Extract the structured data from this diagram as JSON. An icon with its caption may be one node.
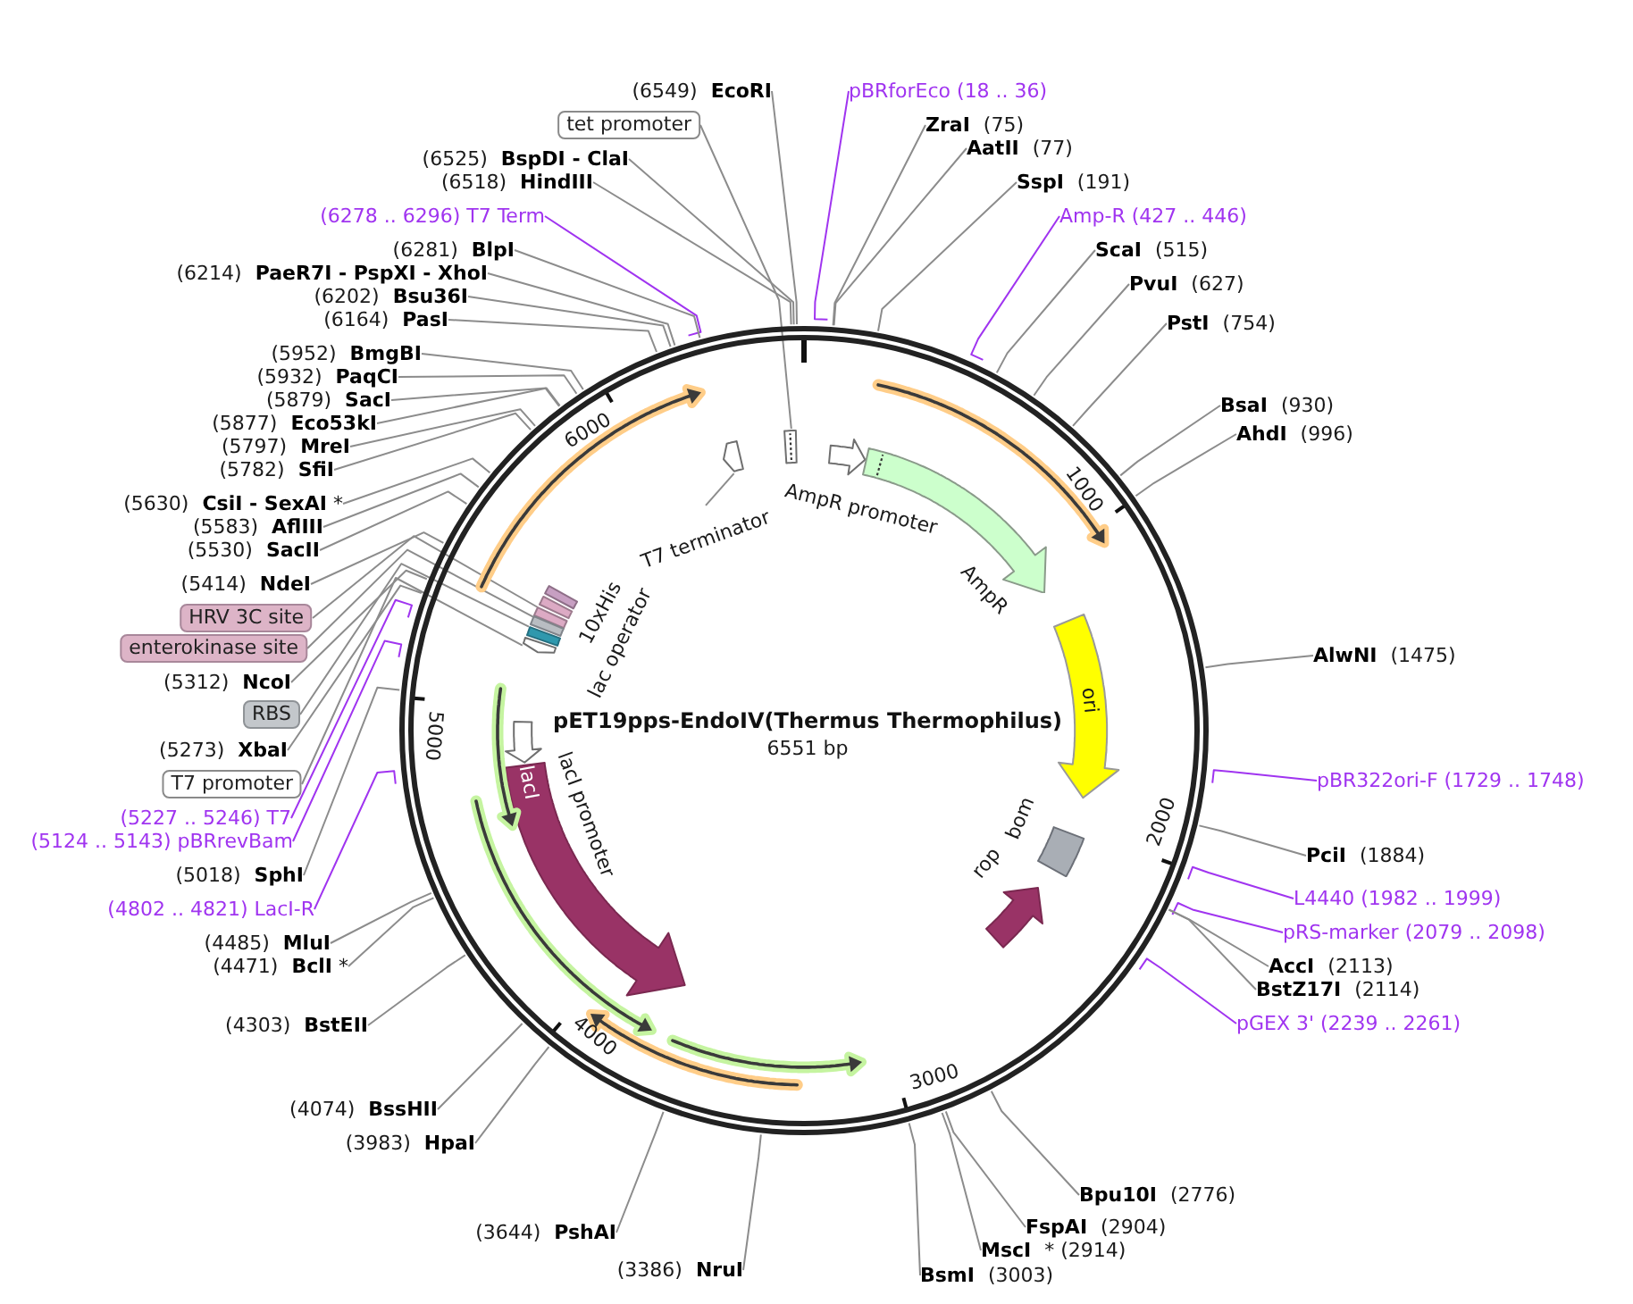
{
  "diagram": {
    "title": "pET19pps-EndoIV(Thermus Thermophilus)",
    "nodes": [
      {
        "text": [
          "(6549) **EcoRI**"
        ]
      },
      {
        "text": [
          "tet promoter"
        ]
      },
      {
        "text": [
          "(6525) **BspDI - ClaI**"
        ]
      },
      {
        "text": [
          "(6518) **HindIII**"
        ]
      },
      {
        "text": [
          "(6278 .. 6296) T7 Term"
        ]
      },
      {
        "text": [
          "(6281) **BlpI**"
        ]
      },
      {
        "text": [
          "(6214) **PaeR7I - PspXI - XhoI**"
        ]
      },
      {
        "text": [
          "(6202) **Bsu36I**"
        ]
      },
      {
        "text": [
          "(6164) **PasI**"
        ]
      },
      {
        "text": [
          "(5952) **BmgBI**"
        ]
      },
      {
        "text": [
          "(5932) **PaqCI**"
        ]
      },
      {
        "text": [
          "(5879) **SacI**"
        ]
      },
      {
        "text": [
          "(5877) **Eco53kI**"
        ]
      },
      {
        "text": [
          "(5797) **MreI**"
        ]
      },
      {
        "text": [
          "(5782) **SfiI**"
        ]
      },
      {
        "text": [
          "(5630) **CsiI - SexAI** *"
        ]
      },
      {
        "text": [
          "(5583) **AflIII**"
        ]
      },
      {
        "text": [
          "(5530) **SacII**"
        ]
      },
      {
        "text": [
          "(5414) **NdeI**"
        ]
      },
      {
        "text": [
          "HRV 3C site"
        ]
      },
      {
        "text": [
          "enterokinase site"
        ]
      },
      {
        "text": [
          "(5312) **NcoI**"
        ]
      },
      {
        "text": [
          "RBS"
        ]
      },
      {
        "text": [
          "(5273) **XbaI**"
        ]
      },
      {
        "text": [
          "T7 promoter"
        ]
      },
      {
        "text": [
          "(5227 .. 5246) T7"
        ]
      },
      {
        "text": [
          "(5124 .. 5143) pBRrevBam"
        ]
      },
      {
        "text": [
          "(5018) **SphI**"
        ]
      },
      {
        "text": [
          "(4802 .. 4821) LacI-R"
        ]
      },
      {
        "text": [
          "(4485) **MluI**"
        ]
      },
      {
        "text": [
          "(4471) **BclI** *"
        ]
      },
      {
        "text": [
          "(4303) **BstEII**"
        ]
      },
      {
        "text": [
          "(4074) **BssHII**"
        ]
      },
      {
        "text": [
          "(3983) **HpaI**"
        ]
      },
      {
        "text": [
          "(3644) **PshAI**"
        ]
      },
      {
        "text": [
          "(3386) **NruI**"
        ]
      },
      {
        "text": [
          "pBRforEco (18 .. 36)"
        ]
      },
      {
        "text": [
          "**ZraI** (75)"
        ]
      },
      {
        "text": [
          "**AatII** (77)"
        ]
      },
      {
        "text": [
          "**SspI** (191)"
        ]
      },
      {
        "text": [
          "Amp-R (427 .. 446)"
        ]
      },
      {
        "text": [
          "**ScaI** (515)"
        ]
      },
      {
        "text": [
          "**PvuI** (627)"
        ]
      },
      {
        "text": [
          "**PstI** (754)"
        ]
      },
      {
        "text": [
          "**BsaI** (930)"
        ]
      },
      {
        "text": [
          "**AhdI** (996)"
        ]
      },
      {
        "text": [
          "**AlwNI** (1475)"
        ]
      },
      {
        "text": [
          "pBR322ori-F (1729 .. 1748)"
        ]
      },
      {
        "text": [
          "**PciI** (1884)"
        ]
      },
      {
        "text": [
          "L4440 (1982 .. 1999)"
        ]
      },
      {
        "text": [
          "pRS-marker (2079 .. 2098)"
        ]
      },
      {
        "text": [
          "**AccI** (2113)"
        ]
      },
      {
        "text": [
          "**BstZ17I** (2114)"
        ]
      },
      {
        "text": [
          "pGEX 3' (2239 .. 2261)"
        ]
      },
      {
        "text": [
          "**Bpu10I** (2776)"
        ]
      },
      {
        "text": [
          "**FspAI** (2904)"
        ]
      },
      {
        "text": [
          "**MscI** * (2914)"
        ]
      },
      {
        "text": [
          "**BsmI** (3003)"
        ]
      },
      {
        "text": [],
        "shape": "circle"
      },
      {
        "text": [],
        "shape": "box",
        "in": 58
      },
      {
        "text": [],
        "shape": "arrow",
        "in": 58
      },
      {
        "text": [
          "T7 terminator"
        ],
        "in": 58
      },
      {
        "text": [],
        "shape": "arrow",
        "beside": [
          "AmpR promoter"
        ],
        "in": 58
      },
      {
        "text": [],
        "shape": "arrow",
        "beside": [
          "AmpR"
        ],
        "in": 58
      },
      {
        "text": [],
        "shape": "box",
        "in": 58
      },
      {
        "text": [],
        "shape": "box",
        "in": 58
      },
      {
        "text": [],
        "shape": "box",
        "in": 58
      },
      {
        "text": [],
        "shape": "box",
        "in": 58
      },
      {
        "text": [],
        "shape": "box",
        "in": 58
      },
      {
        "text": [],
        "shape": "arrow",
        "in": 58
      },
      {
        "text": [
          "ori"
        ],
        "in": 58
      },
      {
        "text": [],
        "shape": "arrow",
        "in": 58
      },
      {
        "text": [
          "lacI"
        ],
        "in": 58
      },
      {
        "text": [],
        "shape": "box",
        "beside": [
          "bom"
        ],
        "in": 58
      },
      {
        "text": [],
        "shape": "arrow",
        "beside": [
          "rop"
        ],
        "in": 58
      },
      {
        "text": [],
        "shape": "arrow",
        "in": 58
      },
      {
        "text": [],
        "shape": "arrow",
        "in": 58
      },
      {
        "text": [],
        "shape": "arrow",
        "in": 58
      },
      {
        "text": [],
        "shape": "arrow",
        "in": 58
      },
      {
        "text": [],
        "shape": "arrow",
        "in": 58
      },
      {
        "text": [],
        "shape": "arrow",
        "in": 58
      }
    ],
    "edges": [
      {
        "from": 0,
        "to": 58,
        "arrow": "none"
      },
      {
        "from": 1,
        "to": 59,
        "arrow": "none"
      },
      {
        "from": 2,
        "to": 58,
        "arrow": "none"
      },
      {
        "from": 3,
        "to": 58,
        "arrow": "none"
      },
      {
        "from": 4,
        "to": 58,
        "arrow": "none",
        "color": "#a034f0"
      },
      {
        "from": 5,
        "to": 58,
        "arrow": "none"
      },
      {
        "from": 6,
        "to": 58,
        "arrow": "none"
      },
      {
        "from": 7,
        "to": 58,
        "arrow": "none"
      },
      {
        "from": 8,
        "to": 58,
        "arrow": "none"
      },
      {
        "from": 9,
        "to": 58,
        "arrow": "none"
      },
      {
        "from": 10,
        "to": 58,
        "arrow": "none"
      },
      {
        "from": 11,
        "to": 58,
        "arrow": "none"
      },
      {
        "from": 12,
        "to": 58,
        "arrow": "none"
      },
      {
        "from": 13,
        "to": 58,
        "arrow": "none"
      },
      {
        "from": 14,
        "to": 58,
        "arrow": "none"
      },
      {
        "from": 15,
        "to": 58,
        "arrow": "none"
      },
      {
        "from": 16,
        "to": 58,
        "arrow": "none"
      },
      {
        "from": 17,
        "to": 58,
        "arrow": "none"
      },
      {
        "from": 18,
        "to": 58,
        "arrow": "none"
      },
      {
        "from": 19,
        "to": 65,
        "arrow": "none"
      },
      {
        "from": 20,
        "to": 66,
        "arrow": "none"
      },
      {
        "from": 21,
        "to": 58,
        "arrow": "none"
      },
      {
        "from": 22,
        "to": 67,
        "arrow": "none"
      },
      {
        "from": 23,
        "to": 58,
        "arrow": "none"
      },
      {
        "from": 24,
        "to": 69,
        "arrow": "none"
      },
      {
        "from": 25,
        "to": 58,
        "arrow": "none",
        "color": "#a034f0"
      },
      {
        "from": 26,
        "to": 58,
        "arrow": "none",
        "color": "#a034f0"
      },
      {
        "from": 27,
        "to": 58,
        "arrow": "none"
      },
      {
        "from": 28,
        "to": 58,
        "arrow": "none",
        "color": "#a034f0"
      },
      {
        "from": 29,
        "to": 58,
        "arrow": "none"
      },
      {
        "from": 30,
        "to": 58,
        "arrow": "none"
      },
      {
        "from": 31,
        "to": 58,
        "arrow": "none"
      },
      {
        "from": 32,
        "to": 58,
        "arrow": "none"
      },
      {
        "from": 33,
        "to": 58,
        "arrow": "none"
      },
      {
        "from": 34,
        "to": 58,
        "arrow": "none"
      },
      {
        "from": 35,
        "to": 58,
        "arrow": "none"
      },
      {
        "from": 36,
        "to": 58,
        "arrow": "none",
        "color": "#a034f0"
      },
      {
        "from": 37,
        "to": 58,
        "arrow": "none"
      },
      {
        "from": 38,
        "to": 58,
        "arrow": "none"
      },
      {
        "from": 39,
        "to": 58,
        "arrow": "none"
      },
      {
        "from": 40,
        "to": 58,
        "arrow": "none",
        "color": "#a034f0"
      },
      {
        "from": 41,
        "to": 58,
        "arrow": "none"
      },
      {
        "from": 42,
        "to": 58,
        "arrow": "none"
      },
      {
        "from": 43,
        "to": 58,
        "arrow": "none"
      },
      {
        "from": 44,
        "to": 58,
        "arrow": "none"
      },
      {
        "from": 45,
        "to": 58,
        "arrow": "none"
      },
      {
        "from": 46,
        "to": 58,
        "arrow": "none"
      },
      {
        "from": 47,
        "to": 58,
        "arrow": "none",
        "color": "#a034f0"
      },
      {
        "from": 48,
        "to": 58,
        "arrow": "none"
      },
      {
        "from": 49,
        "to": 58,
        "arrow": "none",
        "color": "#a034f0"
      },
      {
        "from": 50,
        "to": 58,
        "arrow": "none",
        "color": "#a034f0"
      },
      {
        "from": 51,
        "to": 58,
        "arrow": "none"
      },
      {
        "from": 52,
        "to": 58,
        "arrow": "none"
      },
      {
        "from": 53,
        "to": 58,
        "arrow": "none",
        "color": "#a034f0"
      },
      {
        "from": 54,
        "to": 58,
        "arrow": "none"
      },
      {
        "from": 55,
        "to": 58,
        "arrow": "none"
      },
      {
        "from": 56,
        "to": 58,
        "arrow": "none"
      },
      {
        "from": 57,
        "to": 58,
        "arrow": "none"
      },
      {
        "from": 61,
        "to": 60,
        "arrow": "none"
      }
    ],
    "labels": [
      "6000",
      "1000",
      "10xHis",
      "lac operator",
      "5000",
      "6551 bp",
      "lacI promoter",
      "2000",
      "4000",
      "3000"
    ]
  }
}
